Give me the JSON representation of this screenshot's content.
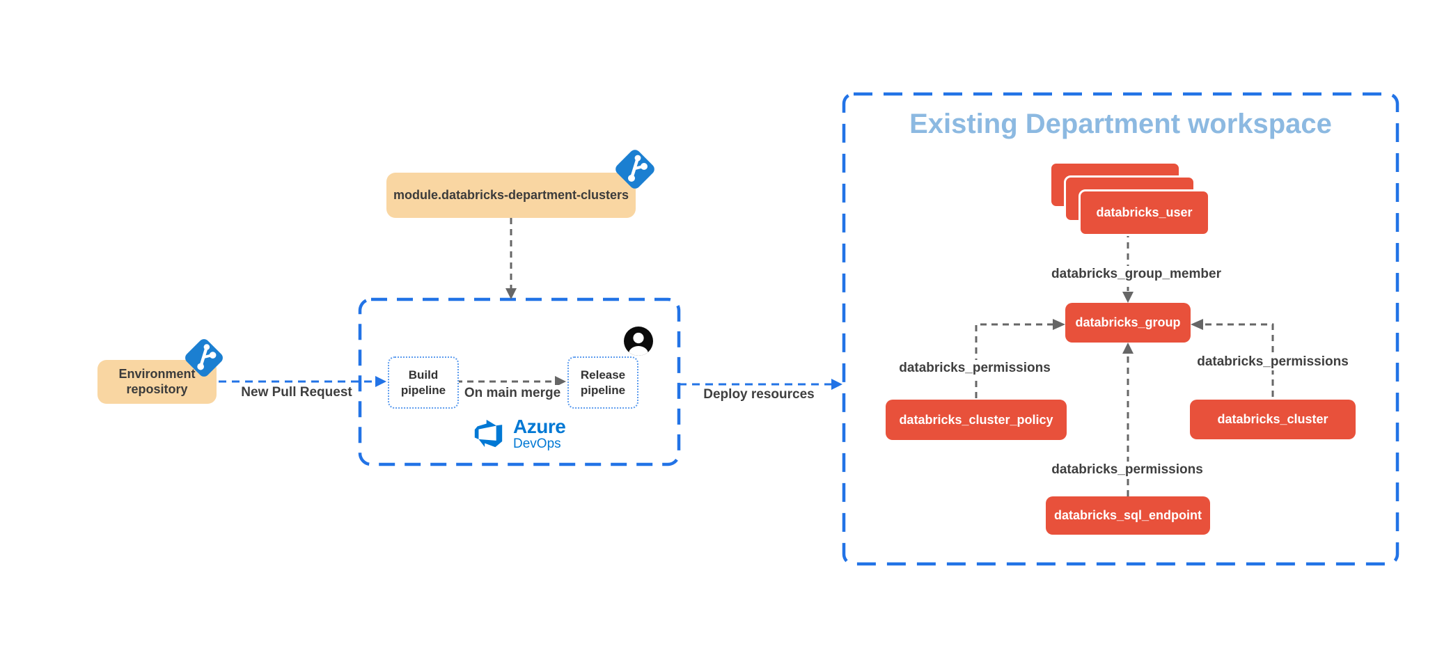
{
  "diagram": {
    "workspace_title": "Existing Department workspace",
    "nodes": {
      "module_repository": {
        "label": "module.databricks-department-clusters"
      },
      "environment_repository": {
        "label": "Environment repository"
      },
      "build_pipeline": {
        "label": "Build pipeline"
      },
      "release_pipeline": {
        "label": "Release pipeline"
      },
      "databricks_user": {
        "label": "databricks_user"
      },
      "databricks_group": {
        "label": "databricks_group"
      },
      "databricks_cluster_policy": {
        "label": "databricks_cluster_policy"
      },
      "databricks_cluster": {
        "label": "databricks_cluster"
      },
      "databricks_sql_endpoint": {
        "label": "databricks_sql_endpoint"
      }
    },
    "edges": {
      "new_pull_request": {
        "label": "New Pull Request"
      },
      "on_main_merge": {
        "label": "On main merge"
      },
      "deploy_resources": {
        "label": "Deploy resources"
      },
      "group_member": {
        "label": "databricks_group_member"
      },
      "permissions_cluster_policy": {
        "label": "databricks_permissions"
      },
      "permissions_cluster": {
        "label": "databricks_permissions"
      },
      "permissions_sql_endpoint": {
        "label": "databricks_permissions"
      }
    },
    "logo": {
      "azure": "Azure",
      "devops": "DevOps"
    },
    "icons": [
      "git-icon",
      "user-avatar-icon",
      "azure-devops-logo-icon"
    ],
    "colors": {
      "orange_node": "#F9D6A2",
      "red_node": "#E8513B",
      "container_blue": "#2273E6",
      "workspace_title_blue": "#8CB9E1",
      "git_icon_blue": "#1B7FD1",
      "azure_brand_blue": "#0078D4",
      "connector_gray": "#666666",
      "label_text": "#3F3F3F"
    }
  }
}
